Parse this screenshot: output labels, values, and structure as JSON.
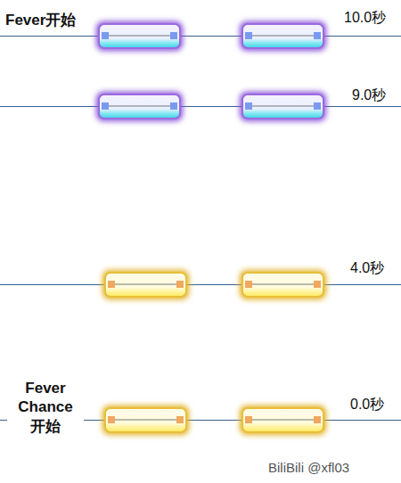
{
  "diagram": {
    "labels": [
      "Fever开始",
      "10.0秒",
      "9.0秒",
      "4.0秒",
      "Fever Chance 开始",
      "0.0秒",
      "BiliBili @xfl03"
    ]
  }
}
